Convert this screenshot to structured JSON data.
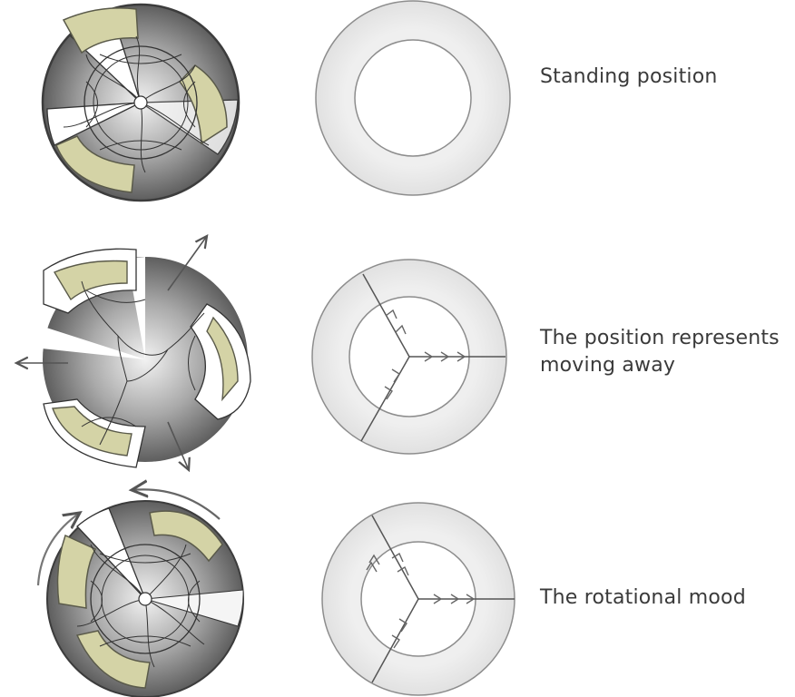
{
  "rows": [
    {
      "caption": [
        "Standing position"
      ]
    },
    {
      "caption": [
        "The position represents",
        "moving away"
      ]
    },
    {
      "caption": [
        "The rotational mood"
      ]
    }
  ],
  "colors": {
    "seat": "#d4d3a6",
    "seat_outline": "#5a5a4a",
    "pod_gray": "#6c6c6c",
    "pod_light": "#e6e6e6",
    "ring": "#e9e9e9",
    "ring_stroke": "#8d8d8d",
    "caption_text": "#3a3a3a",
    "line": "#555555"
  }
}
